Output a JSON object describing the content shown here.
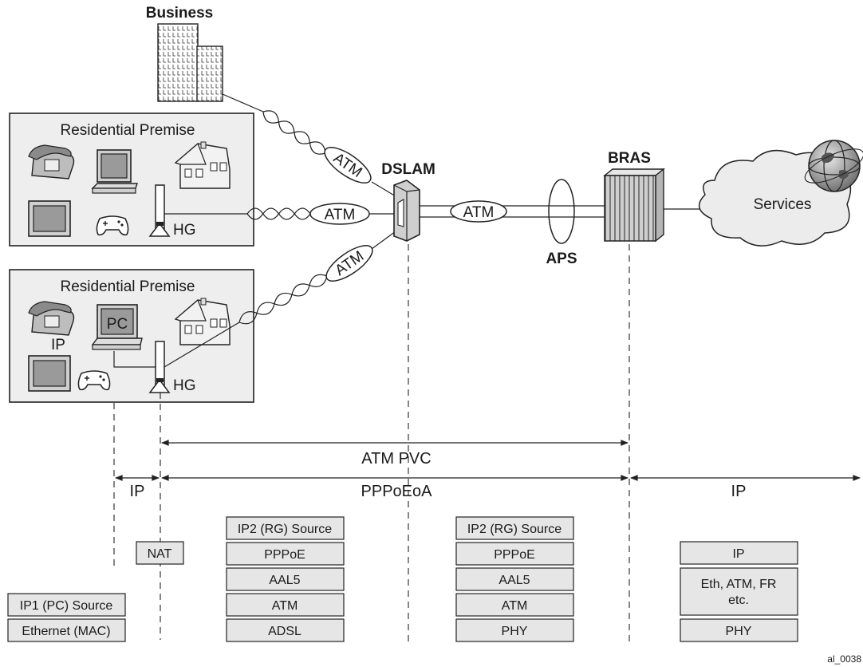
{
  "labels": {
    "business": "Business",
    "residential_1": "Residential Premise",
    "residential_2": "Residential Premise",
    "dslam": "DSLAM",
    "bras": "BRAS",
    "aps": "APS",
    "services": "Services",
    "hg_1": "HG",
    "hg_2": "HG",
    "pc": "PC",
    "ip_pc": "IP",
    "atm_business": "ATM",
    "atm_res1": "ATM",
    "atm_res2": "ATM",
    "atm_trunk": "ATM",
    "footer_id": "al_0038"
  },
  "segments": {
    "atm_pvc": "ATM PVC",
    "ip_left": "IP",
    "pppoeoa": "PPPoEoA",
    "ip_right": "IP"
  },
  "stacks": {
    "pc": [
      "IP1 (PC) Source",
      "Ethernet (MAC)"
    ],
    "nat": [
      "NAT"
    ],
    "hg_side": [
      "IP2 (RG) Source",
      "PPPoE",
      "AAL5",
      "ATM",
      "ADSL"
    ],
    "dslam_side": [
      "IP2 (RG) Source",
      "PPPoE",
      "AAL5",
      "ATM",
      "PHY"
    ],
    "network": [
      "IP",
      "Eth, ATM, FR",
      "etc.",
      "PHY"
    ]
  },
  "colors": {
    "premise_fill": "#eeeeee",
    "box_fill": "#e6e6e6",
    "line": "#222222",
    "device_fill": "#cfcfcf",
    "screen_fill": "#9a9a9a"
  }
}
